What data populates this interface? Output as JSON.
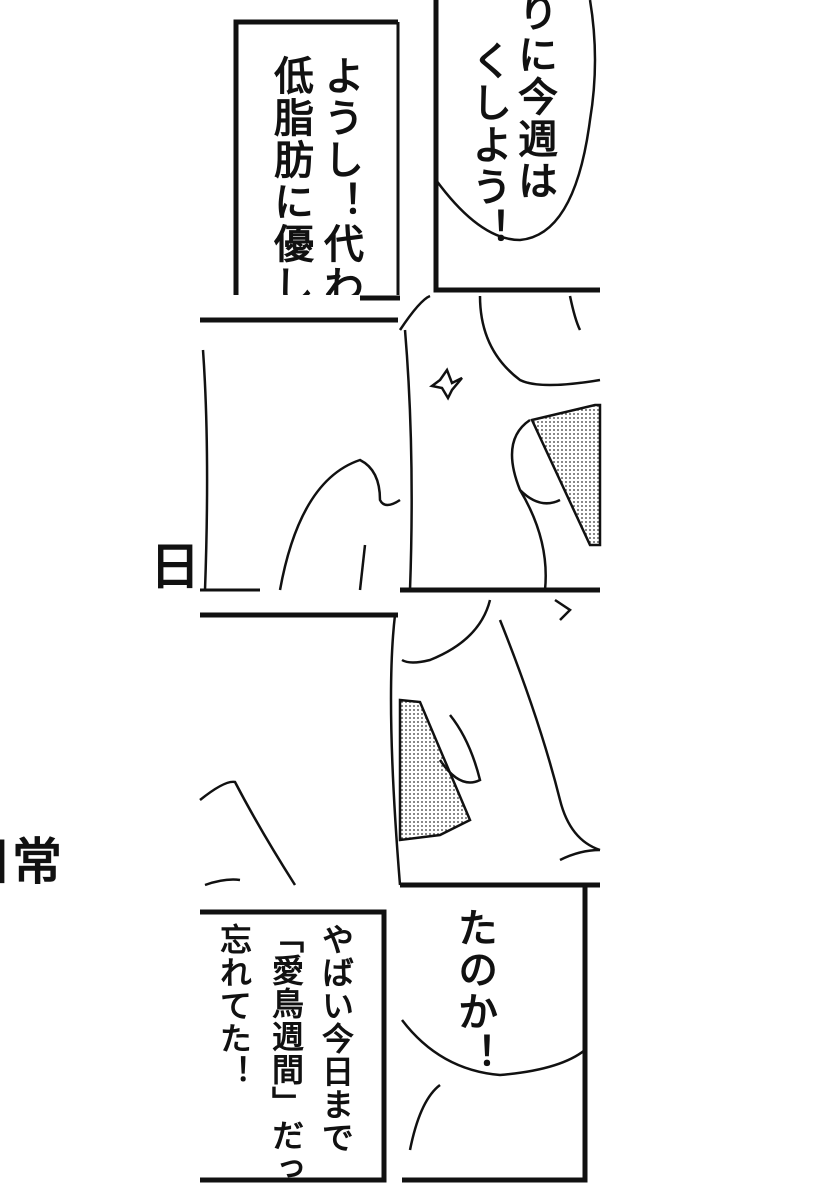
{
  "panels": {
    "top_right_bubble": {
      "lines": [
        "りに今週は",
        "くしよう！"
      ]
    },
    "top_left_caption": {
      "lines": [
        "ようし！代わ",
        "低脂肪に優しく"
      ]
    },
    "middle_left_title": {
      "char": "日"
    },
    "lower_left_title": {
      "text": "日常"
    },
    "bottom_right_bubble": {
      "lines": [
        "たのか！"
      ]
    },
    "bottom_left_caption": {
      "lines": [
        "やばい今日まで",
        "「愛鳥週間」だっ",
        "忘れてた！"
      ]
    }
  },
  "colors": {
    "ink": "#111111",
    "paper": "#ffffff"
  }
}
